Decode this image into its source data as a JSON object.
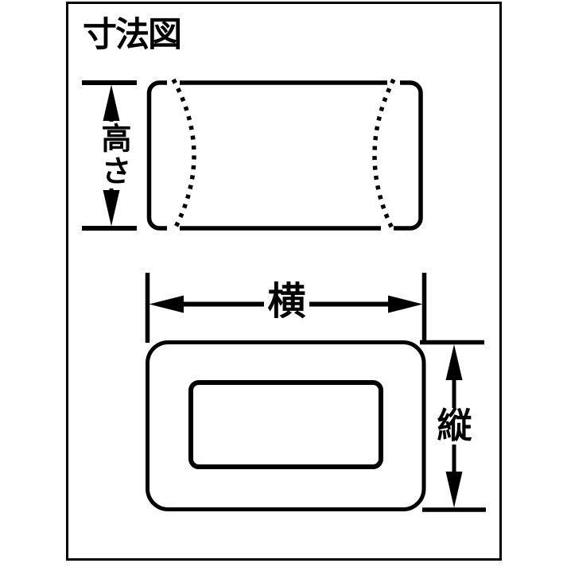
{
  "title": "寸法図",
  "labels": {
    "height": "高さ",
    "width": "横",
    "depth": "縦"
  },
  "colors": {
    "line": "#000000",
    "background": "#ffffff"
  }
}
